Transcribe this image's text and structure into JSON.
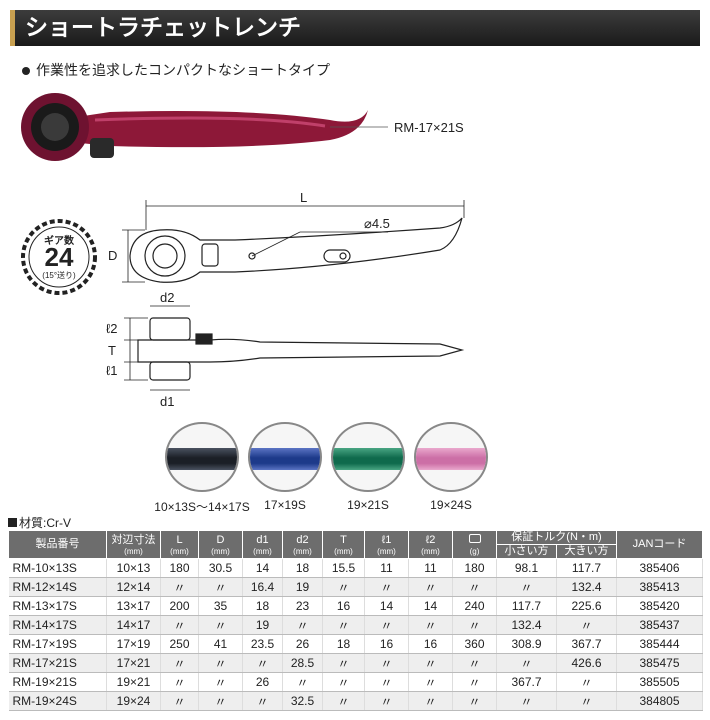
{
  "title": "ショートラチェットレンチ",
  "feature": "作業性を追求したコンパクトなショートタイプ",
  "model_callout": "RM-17×21S",
  "gear": {
    "label": "ギア数",
    "count": "24",
    "step": "(15°送り)"
  },
  "dimensions": {
    "L": "L",
    "D": "D",
    "hole": "⌀4.5",
    "d2": "d2",
    "d1": "d1",
    "l2": "ℓ2",
    "T": "T",
    "l1": "ℓ1"
  },
  "swatches": [
    {
      "label": "10×13S〜14×17S",
      "color": "#1b1f26",
      "accent": "#4a5260"
    },
    {
      "label": "17×19S",
      "color": "#1d3a8a",
      "accent": "#5b74c4"
    },
    {
      "label": "19×21S",
      "color": "#0f6a4c",
      "accent": "#49a583"
    },
    {
      "label": "19×24S",
      "color": "#cc6fa6",
      "accent": "#e9a8cd"
    }
  ],
  "material": "材質:Cr-V",
  "table": {
    "headers": {
      "model": "製品番号",
      "size": "対辺寸法",
      "size_unit": "(mm)",
      "L": "L",
      "D": "D",
      "d1": "d1",
      "d2": "d2",
      "T": "T",
      "l1": "ℓ1",
      "l2": "ℓ2",
      "unit_mm": "(mm)",
      "weight_unit": "(g)",
      "torque": "保証トルク(N・m)",
      "torque_small": "小さい方",
      "torque_large": "大きい方",
      "jan": "JANコード"
    },
    "rows": [
      {
        "model": "RM-10×13S",
        "size": "10×13",
        "L": "180",
        "D": "30.5",
        "d1": "14",
        "d2": "18",
        "T": "15.5",
        "l1": "11",
        "l2": "11",
        "weight": "180",
        "small": "98.1",
        "large": "117.7",
        "jan": "385406"
      },
      {
        "model": "RM-12×14S",
        "size": "12×14",
        "L": "〃",
        "D": "〃",
        "d1": "16.4",
        "d2": "19",
        "T": "〃",
        "l1": "〃",
        "l2": "〃",
        "weight": "〃",
        "small": "〃",
        "large": "132.4",
        "jan": "385413"
      },
      {
        "model": "RM-13×17S",
        "size": "13×17",
        "L": "200",
        "D": "35",
        "d1": "18",
        "d2": "23",
        "T": "16",
        "l1": "14",
        "l2": "14",
        "weight": "240",
        "small": "117.7",
        "large": "225.6",
        "jan": "385420"
      },
      {
        "model": "RM-14×17S",
        "size": "14×17",
        "L": "〃",
        "D": "〃",
        "d1": "19",
        "d2": "〃",
        "T": "〃",
        "l1": "〃",
        "l2": "〃",
        "weight": "〃",
        "small": "132.4",
        "large": "〃",
        "jan": "385437"
      },
      {
        "model": "RM-17×19S",
        "size": "17×19",
        "L": "250",
        "D": "41",
        "d1": "23.5",
        "d2": "26",
        "T": "18",
        "l1": "16",
        "l2": "16",
        "weight": "360",
        "small": "308.9",
        "large": "367.7",
        "jan": "385444"
      },
      {
        "model": "RM-17×21S",
        "size": "17×21",
        "L": "〃",
        "D": "〃",
        "d1": "〃",
        "d2": "28.5",
        "T": "〃",
        "l1": "〃",
        "l2": "〃",
        "weight": "〃",
        "small": "〃",
        "large": "426.6",
        "jan": "385475"
      },
      {
        "model": "RM-19×21S",
        "size": "19×21",
        "L": "〃",
        "D": "〃",
        "d1": "26",
        "d2": "〃",
        "T": "〃",
        "l1": "〃",
        "l2": "〃",
        "weight": "〃",
        "small": "367.7",
        "large": "〃",
        "jan": "385505"
      },
      {
        "model": "RM-19×24S",
        "size": "19×24",
        "L": "〃",
        "D": "〃",
        "d1": "〃",
        "d2": "32.5",
        "T": "〃",
        "l1": "〃",
        "l2": "〃",
        "weight": "〃",
        "small": "〃",
        "large": "〃",
        "jan": "384805"
      }
    ]
  }
}
